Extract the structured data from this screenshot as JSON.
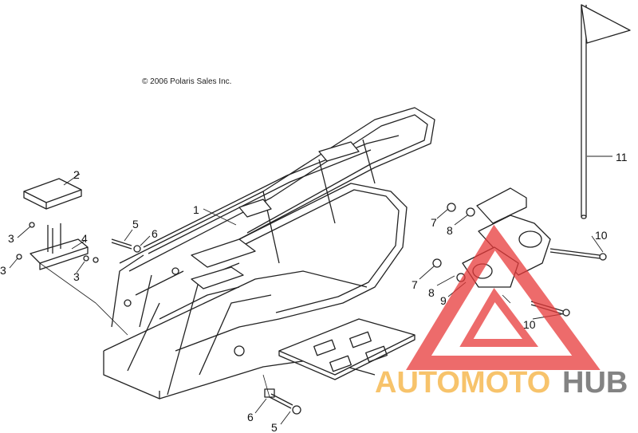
{
  "copyright": "© 2006 Polaris Sales Inc.",
  "callouts": {
    "c1": "1",
    "c2": "2",
    "c3a": "3",
    "c3b": "3",
    "c3c": "3",
    "c4": "4",
    "c5a": "5",
    "c5b": "5",
    "c6a": "6",
    "c6b": "6",
    "c7a": "7",
    "c7b": "7",
    "c8a": "8",
    "c8b": "8",
    "c9": "9",
    "c10a": "10",
    "c10b": "10",
    "c11": "11"
  },
  "watermark": {
    "part1": "AUTOMOTO",
    "part2": "HUB",
    "color1": "#f5b03a",
    "color2": "#5a5a5a",
    "triangle_color": "#e83a3a"
  }
}
